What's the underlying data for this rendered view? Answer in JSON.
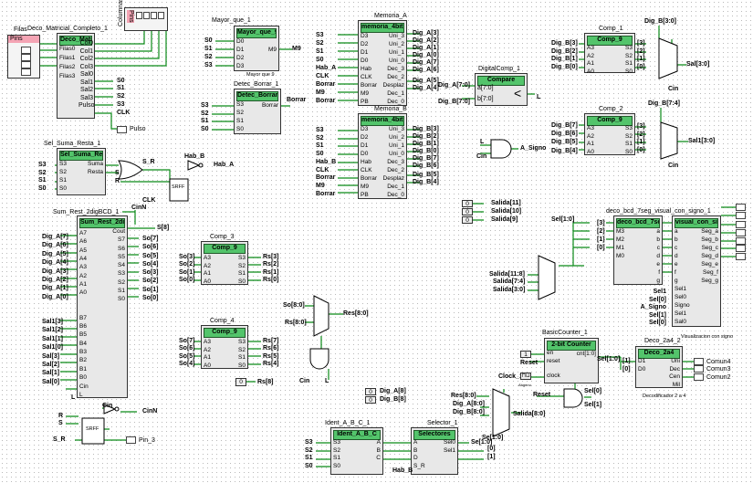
{
  "pins_block": {
    "title": "Pins",
    "caption": "Filas"
  },
  "columnas_block": {
    "title": "Pins",
    "caption": "Columnas"
  },
  "deco_matricial": {
    "instance": "Deco_Matricial_Completo_1",
    "title": "Deco_Matricial",
    "left": [
      "Filas0",
      "Filas1",
      "Filas2",
      "Filas3"
    ],
    "right": [
      "Col0",
      "Col1",
      "Col2",
      "Col3",
      "Sal0",
      "Sal1",
      "Sal2",
      "Sal3",
      "Pulso"
    ],
    "outs": [
      "S0",
      "S1",
      "S2",
      "S3",
      "CLK"
    ],
    "pulso": "Pulso"
  },
  "mayor": {
    "instance": "Mayor_que_1",
    "title": "Mayor_que_9",
    "left": [
      "D0",
      "D1",
      "D2",
      "D3"
    ],
    "right": [
      "M9"
    ],
    "ins": [
      "S0",
      "S1",
      "S2",
      "S3"
    ],
    "out": "M9",
    "sub": "Mayor que 9"
  },
  "detec": {
    "instance": "Detec_Borrar_1",
    "title": "Detec_Borrar",
    "left": [
      "S3",
      "S2",
      "S1",
      "S0"
    ],
    "right": [
      "Borrar"
    ],
    "ins": [
      "S3",
      "S2",
      "S1",
      "S0"
    ],
    "out": "Borrar"
  },
  "mem_a": {
    "instance": "Memoria_A",
    "title": "memoria_4bits",
    "left": [
      "D3",
      "D2",
      "D1",
      "D0",
      "Hab",
      "CLK",
      "Borrar",
      "M9",
      "PB"
    ],
    "right": [
      "Uni_3",
      "Uni_2",
      "Uni_1",
      "Uni_0",
      "Dec_3",
      "Dec_2",
      "Desplaz",
      "Dec_1",
      "Dec_0"
    ],
    "ins": [
      "S3",
      "S2",
      "S1",
      "S0",
      "Hab_A",
      "CLK",
      "Borrar",
      "M9",
      "Borrar"
    ],
    "outs": [
      "Dig_A[3]",
      "Dig_A[2]",
      "Dig_A[1]",
      "Dig_A[0]",
      "Dig_A[7]",
      "Dig_A[6]",
      "Dig_A[5]",
      "Dig_A[4]"
    ]
  },
  "mem_b": {
    "instance": "Memoria_B",
    "title": "memoria_4bits",
    "left": [
      "D3",
      "D2",
      "D1",
      "D0",
      "Hab",
      "CLK",
      "Borrar",
      "M9",
      "PB"
    ],
    "right": [
      "Uni_3",
      "Uni_2",
      "Uni_1",
      "Uni_0",
      "Dec_3",
      "Dec_2",
      "Desplaz",
      "Dec_1",
      "Dec_0"
    ],
    "ins": [
      "S3",
      "S2",
      "S1",
      "S0",
      "Hab_B",
      "CLK",
      "Borrar",
      "M9",
      "Borrar"
    ],
    "outs": [
      "Dig_B[3]",
      "Dig_B[2]",
      "Dig_B[1]",
      "Dig_B[0]",
      "Dig_B[7]",
      "Dig_B[6]",
      "Dig_B[5]",
      "Dig_B[4]"
    ]
  },
  "digcomp": {
    "instance": "DigitalComp_1",
    "title": "Compare",
    "a": "a[7:0]",
    "b": "b[7:0]",
    "ina": "Dig_A[7:0]",
    "inb": "Dig_B[7:0]",
    "out": "L",
    "sym": "<"
  },
  "comp1": {
    "instance": "Comp_1",
    "title": "Comp_9",
    "left": [
      "A3",
      "A2",
      "A1",
      "A0"
    ],
    "right": [
      "S3",
      "S2",
      "S1",
      "S0"
    ],
    "ins": [
      "Dig_B[3]",
      "Dig_B[2]",
      "Dig_B[1]",
      "Dig_B[0]"
    ],
    "outs": [
      "[3]",
      "[2]",
      "[1]",
      "[0]"
    ],
    "bus": "Dig_B[3:0]",
    "mux_out": "Sal[3:0]",
    "cin": "Cin"
  },
  "comp2": {
    "instance": "Comp_2",
    "title": "Comp_9",
    "left": [
      "A3",
      "A2",
      "A1",
      "A0"
    ],
    "right": [
      "S3",
      "S2",
      "S1",
      "S0"
    ],
    "ins": [
      "Dig_B[7]",
      "Dig_B[6]",
      "Dig_B[5]",
      "Dig_B[4]"
    ],
    "outs": [
      "[3]",
      "[2]",
      "[1]",
      "[0]"
    ],
    "bus": "Dig_B[7:4]",
    "mux_out": "Sal1[3:0]",
    "cin": "Cin"
  },
  "and_signo": {
    "in1": "L",
    "in2": "Cin",
    "out": "A_Signo"
  },
  "sel_suma": {
    "instance": "Sel_Suma_Resta_1",
    "title": "Sel_Suma_Re",
    "left": [
      "S3",
      "S2",
      "S1",
      "S0"
    ],
    "right": [
      "Suma",
      "Resta"
    ],
    "ins": [
      "S3",
      "S2",
      "S1",
      "S0"
    ],
    "sr": "S_R",
    "hab": "Hab_B",
    "hab2": "Hab_A",
    "srff": "SRFF",
    "clk": "CLK",
    "s": "S",
    "r": "R"
  },
  "sum_rest": {
    "instance": "Sum_Rest_2digBCD_1",
    "title": "Sum_Rest_2di",
    "left": [
      "A7",
      "A6",
      "A5",
      "A4",
      "A3",
      "A2",
      "A1",
      "A0",
      "B7",
      "B6",
      "B5",
      "B4",
      "B3",
      "B2",
      "B1",
      "B0",
      "Cin",
      "L"
    ],
    "right": [
      "Cout",
      "S7",
      "S6",
      "S5",
      "S4",
      "S3",
      "S2",
      "S1",
      "S0"
    ],
    "ins": [
      "Dig_A[7]",
      "Dig_A[6]",
      "Dig_A[5]",
      "Dig_A[4]",
      "Dig_A[3]",
      "Dig_A[2]",
      "Dig_A[1]",
      "Dig_A[0]",
      "Sal1[3]",
      "Sal1[2]",
      "Sal1[1]",
      "Sal1[0]",
      "Sal[3]",
      "Sal[2]",
      "Sal[1]",
      "Sal[0]"
    ],
    "outs": [
      "S[8]",
      "So[7]",
      "So[6]",
      "So[5]",
      "So[4]",
      "So[3]",
      "So[2]",
      "So[1]",
      "So[0]"
    ],
    "cinN": "CinN",
    "L": "L"
  },
  "comp3": {
    "instance": "Comp_3",
    "title": "Comp_9",
    "left": [
      "A3",
      "A2",
      "A1",
      "A0"
    ],
    "right": [
      "S3",
      "S2",
      "S1",
      "S0"
    ],
    "ins": [
      "So[3]",
      "So[2]",
      "So[1]",
      "So[0]"
    ],
    "outs": [
      "Rs[3]",
      "Rs[2]",
      "Rs[1]",
      "Rs[0]"
    ]
  },
  "comp4": {
    "instance": "Comp_4",
    "title": "Comp_9",
    "left": [
      "A3",
      "A2",
      "A1",
      "A0"
    ],
    "right": [
      "S3",
      "S2",
      "S1",
      "S0"
    ],
    "ins": [
      "So[7]",
      "So[6]",
      "So[5]",
      "So[4]"
    ],
    "outs": [
      "Rs[7]",
      "Rs[6]",
      "Rs[5]",
      "Rs[4]"
    ],
    "const": "0",
    "rs8": "Rs[8]"
  },
  "mux_rs": {
    "in0": "So[8:0]",
    "in1": "Rs[8:0]",
    "out": "Res[8:0]",
    "cin": "Cin",
    "l": "L"
  },
  "srff2": {
    "r": "R",
    "s": "S",
    "sr": "S_R",
    "cin": "Cin",
    "cinN": "CinN",
    "srff": "SRFF",
    "pin": "Pin_3"
  },
  "ident": {
    "instance": "Ident_A_B_C_1",
    "title": "Ident_A_B_C",
    "left": [
      "S3",
      "S2",
      "S1",
      "S0"
    ],
    "right": [
      "A",
      "B",
      "C"
    ],
    "ins": [
      "S3",
      "S2",
      "S1",
      "S0"
    ]
  },
  "selector": {
    "instance": "Selector_1",
    "title": "Selectores",
    "left": [
      "A",
      "B",
      "D",
      "S_R"
    ],
    "right": [
      "Sel0",
      "Sel1"
    ],
    "outs": [
      "Se[1:0]",
      "[0]",
      "[1]"
    ],
    "hab": "Hab_B"
  },
  "salidas": {
    "consts": [
      "0",
      "0",
      "0"
    ],
    "labels": [
      "Salida[11]",
      "Salida[10]",
      "Salida[9]"
    ],
    "bus": [
      "Salida[11:8]",
      "Salida[7:4]",
      "Salida[3:0]"
    ],
    "sel": "Sel[1:0]",
    "idx": [
      "[3]",
      "[2]",
      "[1]",
      "[0]"
    ]
  },
  "deco_bcd": {
    "instance": "deco_bcd_7seg_visual_con_signo_1",
    "t1": "deco_bcd_7se",
    "t2": "visual_con_sig",
    "l1": [
      "M3",
      "M2",
      "M1",
      "M0"
    ],
    "r1": [
      "a",
      "b",
      "c",
      "d",
      "e",
      "f",
      "g"
    ],
    "l2": [
      "a",
      "b",
      "c",
      "d",
      "e",
      "f",
      "g",
      "Sel1",
      "Sel0",
      "Signo",
      "Sel1",
      "Sal0"
    ],
    "r2": [
      "Seg_a",
      "Seg_b",
      "Seg_c",
      "Seg_d",
      "Seg_e",
      "Seg_f",
      "Seg_g"
    ],
    "ext": [
      "Sel1",
      "Sel[0]",
      "A_Signo",
      "Sel[1]",
      "Sel[0]"
    ],
    "sub": "Visualizacion con signo"
  },
  "counter": {
    "instance": "BasicCounter_1",
    "title": "2-bit Counter",
    "pins": [
      "en",
      "reset",
      "clock"
    ],
    "out": "cnt[1:0]",
    "reset": "Reset",
    "clock": "Clock_1",
    "const": "1",
    "sel": "Sel[1:0]",
    "sub": "Abgenu"
  },
  "deco2a4": {
    "instance": "Deco_2a4_2",
    "title": "Deco_2a4",
    "left": [
      "D1",
      "D0"
    ],
    "right": [
      "Uni",
      "Dec",
      "Cen",
      "Mil"
    ],
    "outs": [
      "Comun4",
      "Comun3",
      "Comun2"
    ],
    "ins": [
      "Sel[1:0]",
      "[1]",
      "[0]"
    ],
    "sub": "Decodificador 2 a 4"
  },
  "mux_salida": {
    "ins": [
      "Res[8:0]",
      "Dig_A[8:0]",
      "Dig_B[8:0]"
    ],
    "consts": [
      "Dig_A[8]",
      "Dig_B[8]"
    ],
    "out": "Salida[8:0]",
    "sel": "Se[1:0]"
  },
  "reset_and": {
    "in": "Reset",
    "sel0": "Sel[0]",
    "sel1": "Sel[1]"
  }
}
